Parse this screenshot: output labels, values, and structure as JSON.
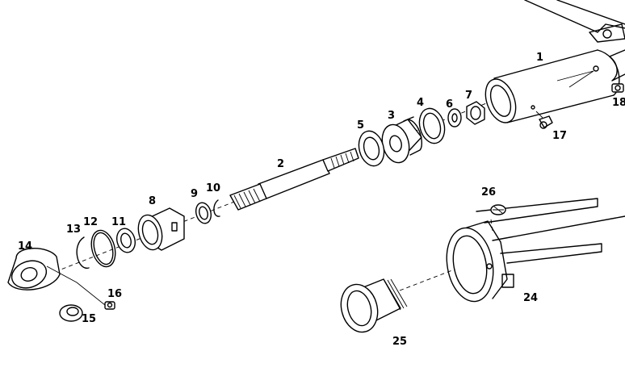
{
  "part_labels": {
    "p1": "1",
    "p2": "2",
    "p3": "3",
    "p4": "4",
    "p5": "5",
    "p6": "6",
    "p7": "7",
    "p8": "8",
    "p9": "9",
    "p10": "10",
    "p11": "11",
    "p12": "12",
    "p13": "13",
    "p14": "14",
    "p15": "15",
    "p16": "16",
    "p17": "17",
    "p18": "18",
    "p24": "24",
    "p25": "25",
    "p26": "26"
  }
}
